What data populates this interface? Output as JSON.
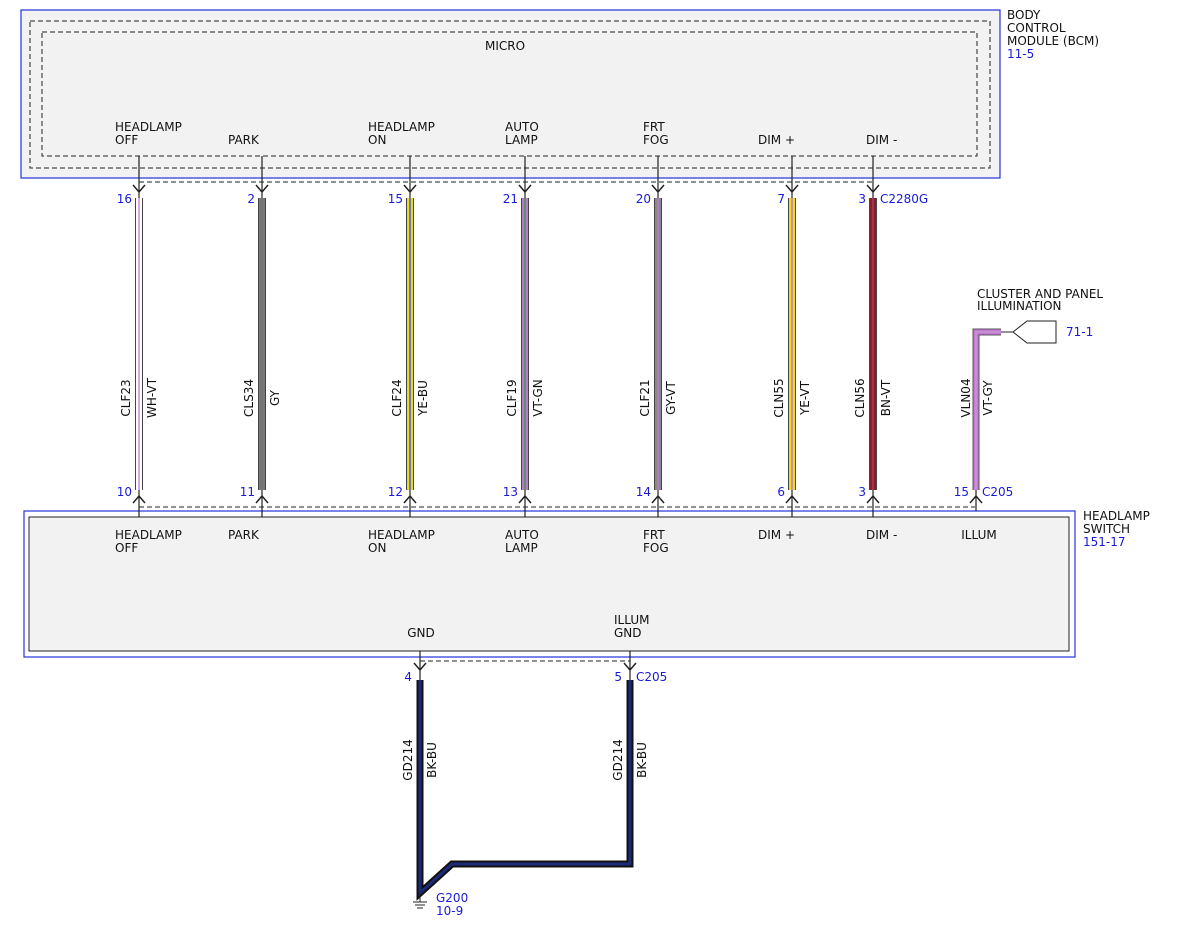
{
  "bcm": {
    "title_lines": [
      "BODY",
      "CONTROL",
      "MODULE (BCM)"
    ],
    "ref": "11-5",
    "micro_label": "MICRO",
    "connector": "C2280G"
  },
  "switch": {
    "title_lines": [
      "HEADLAMP",
      "SWITCH"
    ],
    "ref": "151-17",
    "connector": "C205",
    "gnd_label": "GND",
    "illum_gnd_lines": [
      "ILLUM",
      "GND"
    ]
  },
  "circuits": [
    {
      "bcm_lines": [
        "HEADLAMP",
        "OFF"
      ],
      "sw_lines": [
        "HEADLAMP",
        "OFF"
      ],
      "bcm_pin": "16",
      "sw_pin": "10",
      "circuit": "CLF23",
      "color": "WH-VT",
      "colors": [
        "#ffffff",
        "#c98ad6"
      ]
    },
    {
      "bcm_lines": [
        "PARK"
      ],
      "sw_lines": [
        "PARK"
      ],
      "bcm_pin": "2",
      "sw_pin": "11",
      "circuit": "CLS34",
      "color": "GY",
      "colors": [
        "#777777",
        "#777777"
      ]
    },
    {
      "bcm_lines": [
        "HEADLAMP",
        "ON"
      ],
      "sw_lines": [
        "HEADLAMP",
        "ON"
      ],
      "bcm_pin": "15",
      "sw_pin": "12",
      "circuit": "CLF24",
      "color": "YE-BU",
      "colors": [
        "#e8d82a",
        "#4a5ad0"
      ]
    },
    {
      "bcm_lines": [
        "AUTO",
        "LAMP"
      ],
      "sw_lines": [
        "AUTO",
        "LAMP"
      ],
      "bcm_pin": "21",
      "sw_pin": "13",
      "circuit": "CLF19",
      "color": "VT-GN",
      "colors": [
        "#b879d0",
        "#3c9a3c"
      ]
    },
    {
      "bcm_lines": [
        "FRT",
        "FOG"
      ],
      "sw_lines": [
        "FRT",
        "FOG"
      ],
      "bcm_pin": "20",
      "sw_pin": "14",
      "circuit": "CLF21",
      "color": "GY-VT",
      "colors": [
        "#8a8a8a",
        "#b879d0"
      ]
    },
    {
      "bcm_lines": [
        "DIM +"
      ],
      "sw_lines": [
        "DIM +"
      ],
      "bcm_pin": "7",
      "sw_pin": "6",
      "circuit": "CLN55",
      "color": "YE-VT",
      "colors": [
        "#f0dc1e",
        "#b879d0"
      ]
    },
    {
      "bcm_lines": [
        "DIM -"
      ],
      "sw_lines": [
        "DIM -"
      ],
      "bcm_pin": "3",
      "sw_pin": "3",
      "circuit": "CLN56",
      "color": "BN-VT",
      "colors": [
        "#8a1f2c",
        "#b03a5a"
      ]
    }
  ],
  "illum_circuit": {
    "sw_lines": [
      "ILLUM"
    ],
    "sw_pin": "15",
    "circuit": "VLN04",
    "color": "VT-GY",
    "colors": [
      "#c878d8",
      "#c0a8c8"
    ],
    "ref_lines": [
      "CLUSTER AND PANEL",
      "ILLUMINATION"
    ],
    "ref": "71-1"
  },
  "ground_circuits": [
    {
      "pin": "4",
      "circuit": "GD214",
      "color": "BK-BU"
    },
    {
      "pin": "5",
      "circuit": "GD214",
      "color": "BK-BU"
    }
  ],
  "ground": {
    "name": "G200",
    "ref": "10-9"
  }
}
